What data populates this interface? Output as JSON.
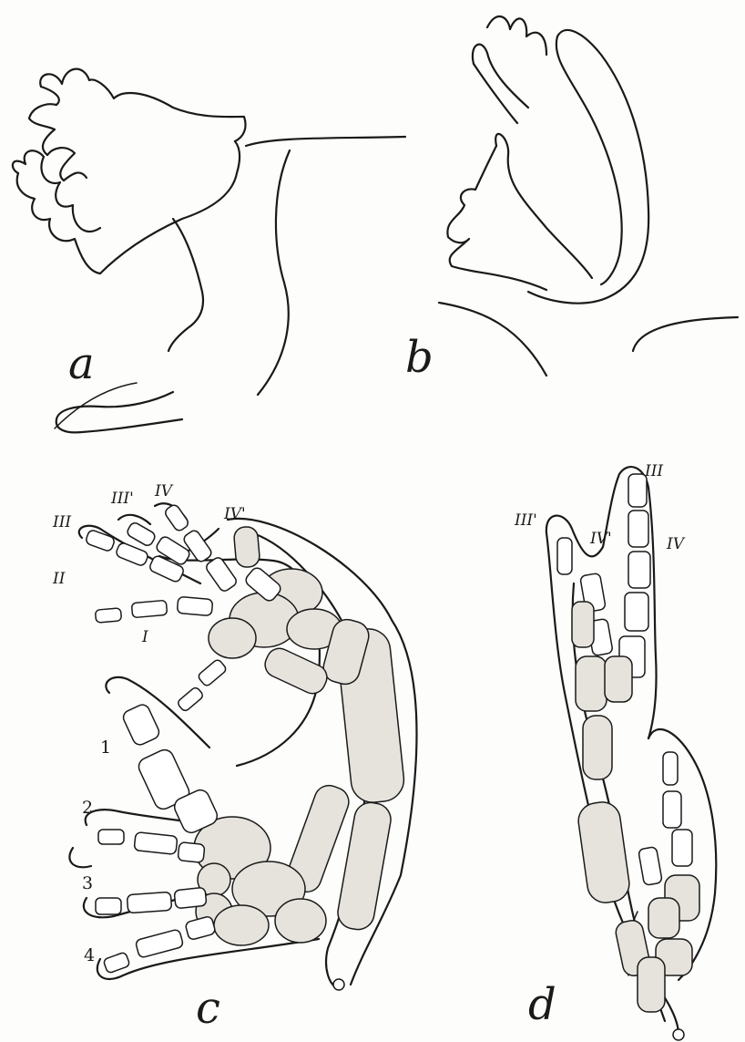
{
  "figure_letters": {
    "a": "a",
    "b": "b",
    "c": "c",
    "d": "d"
  },
  "digit_labels_c": [
    "III'",
    "IV",
    "IV'",
    "III",
    "II",
    "I",
    "1",
    "2",
    "3",
    "4"
  ],
  "digit_labels_d": [
    "III",
    "III'",
    "IV'",
    "IV"
  ],
  "colors": {
    "ink": "#1a1a1a",
    "paper": "#fdfdfb",
    "stipple": "#e6e3dc"
  }
}
